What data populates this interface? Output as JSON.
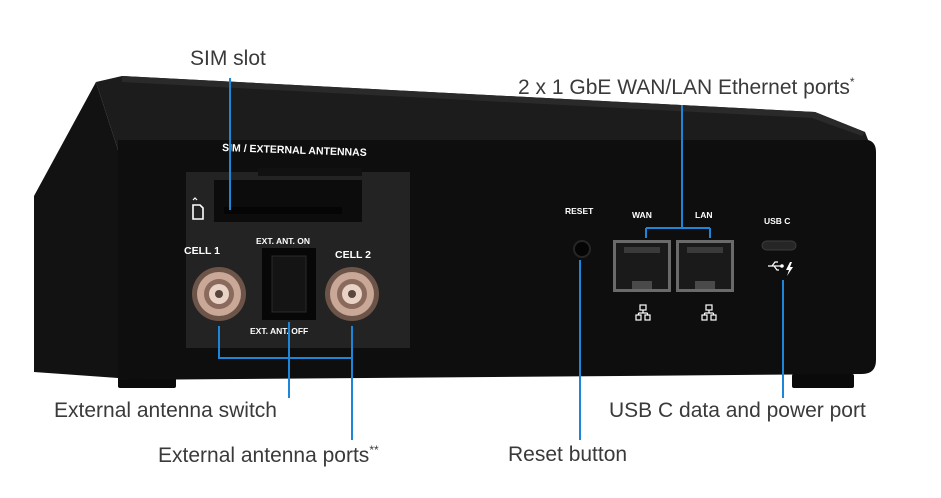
{
  "colors": {
    "device_body": "#151515",
    "device_front": "#0e0e0e",
    "leader_line": "#1e86d8",
    "text": "#3a3a3a"
  },
  "callouts": {
    "sim_slot": "SIM slot",
    "ethernet_ports": "2 x 1 GbE WAN/LAN Ethernet ports",
    "ethernet_ports_mark": "*",
    "antenna_switch": "External antenna switch",
    "antenna_ports": "External antenna ports",
    "antenna_ports_mark": "**",
    "reset_button": "Reset button",
    "usb_c": "USB C data and power port"
  },
  "device_labels": {
    "sim_panel": "SIM / EXTERNAL ANTENNAS",
    "cell1": "CELL 1",
    "cell2": "CELL 2",
    "ext_ant_on": "EXT. ANT. ON",
    "ext_ant_off": "EXT. ANT. OFF",
    "reset": "RESET",
    "wan": "WAN",
    "lan": "LAN",
    "usb_c": "USB C"
  },
  "icons": [
    "sim-card-icon",
    "network-icon",
    "usb-icon",
    "lightning-icon"
  ]
}
